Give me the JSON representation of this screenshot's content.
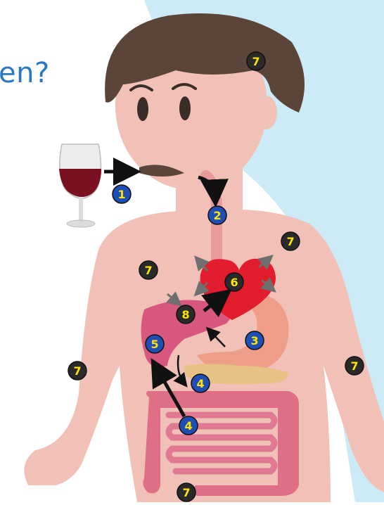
{
  "title_fragment": "en?",
  "colors": {
    "background_blue": "#cdeaf7",
    "skin": "#f1c0b6",
    "skin_line": "#e8aaa0",
    "hair": "#5b4438",
    "eyes": "#3a2c27",
    "mouth": "#5b4438",
    "esophagus": "#e89a9a",
    "heart": "#e11d2e",
    "stomach": "#ee9d86",
    "liver": "#d7577e",
    "pancreas": "#e8c184",
    "intestine": "#de6f86",
    "wine": "#7a1020",
    "glass": "#e4e4e4",
    "marker_blue": "#1f4fb4",
    "marker_dark": "#2a2a2a",
    "marker_text": "#ffe400",
    "arrow_black": "#111111",
    "arrow_grey": "#6f6f6f"
  },
  "icons": {
    "wine_glass": "wine-glass-icon",
    "heart": "heart-icon",
    "liver": "liver-icon",
    "stomach": "stomach-icon",
    "intestine": "intestine-icon"
  },
  "markers": [
    {
      "id": "m1-mouth",
      "label": "1",
      "style": "blue"
    },
    {
      "id": "m2-esophagus",
      "label": "2",
      "style": "blue"
    },
    {
      "id": "m3-stomach",
      "label": "3",
      "style": "blue"
    },
    {
      "id": "m4-small-intestine-upper",
      "label": "4",
      "style": "blue"
    },
    {
      "id": "m4-small-intestine-lower",
      "label": "4",
      "style": "blue"
    },
    {
      "id": "m5-liver",
      "label": "5",
      "style": "blue"
    },
    {
      "id": "m6-heart",
      "label": "6",
      "style": "dark"
    },
    {
      "id": "m7-head",
      "label": "7",
      "style": "dark"
    },
    {
      "id": "m7-chest-left",
      "label": "7",
      "style": "dark"
    },
    {
      "id": "m7-chest-right",
      "label": "7",
      "style": "dark"
    },
    {
      "id": "m7-arm-left",
      "label": "7",
      "style": "dark"
    },
    {
      "id": "m7-arm-right",
      "label": "7",
      "style": "dark"
    },
    {
      "id": "m7-lower",
      "label": "7",
      "style": "dark"
    },
    {
      "id": "m8-liver-entry",
      "label": "8",
      "style": "dark"
    }
  ]
}
